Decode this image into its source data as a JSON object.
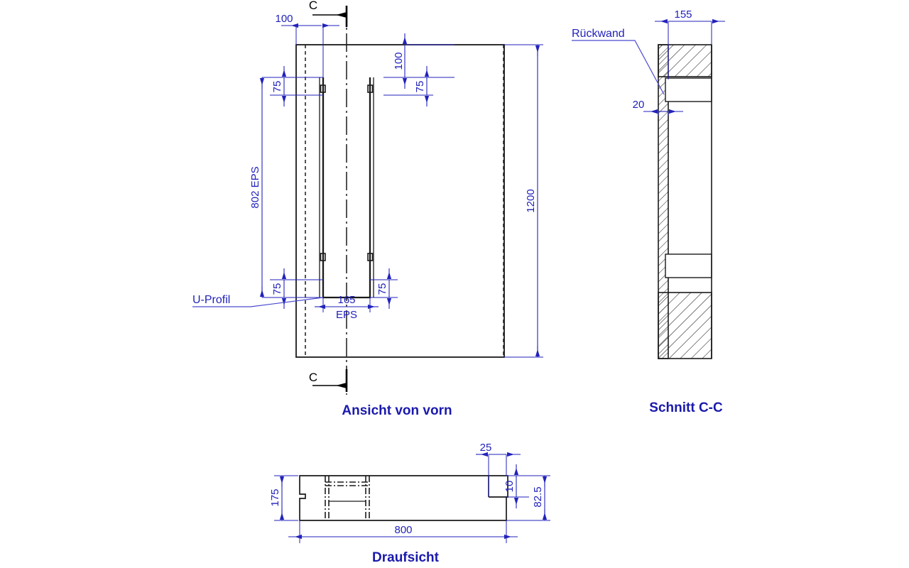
{
  "drawing": {
    "background_color": "#ffffff",
    "dimension_color": "#2222bb",
    "outline_color": "#1a1a1a",
    "title_color": "#1a1aad"
  },
  "views": {
    "front": {
      "title": "Ansicht von vorn",
      "section_letter_top": "C",
      "section_letter_bottom": "C",
      "dimensions": {
        "offset_left": "100",
        "top_gap": "100",
        "top_flange": "75",
        "bottom_flange_left": "75",
        "bottom_flange_right": "75",
        "height_eps": "802 EPS",
        "overall_height": "1200",
        "width_eps_value": "165",
        "width_eps_unit": "EPS"
      },
      "callouts": {
        "u_profile": "U-Profil"
      }
    },
    "section": {
      "title": "Schnitt C-C",
      "dimensions": {
        "width": "155",
        "wall_thickness": "20"
      },
      "callouts": {
        "back_panel": "Rückwand"
      }
    },
    "top": {
      "title": "Draufsicht",
      "dimensions": {
        "depth": "175",
        "length": "800",
        "edge_offset": "25",
        "slot_width": "10",
        "edge_depth": "82.5"
      }
    }
  }
}
